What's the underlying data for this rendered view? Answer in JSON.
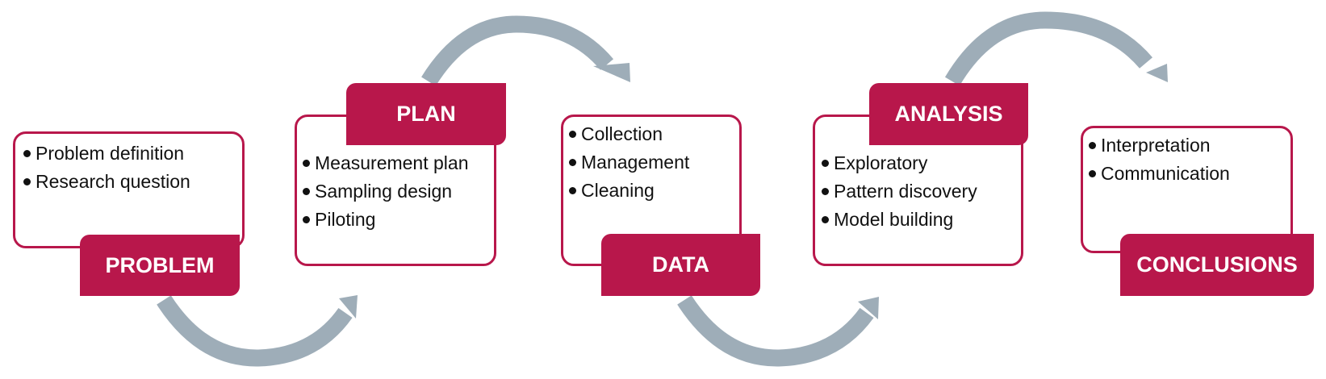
{
  "diagram": {
    "arrow_color": "#9eadb8",
    "accent_color": "#b8174b",
    "stages": [
      {
        "id": "problem",
        "label": "PROBLEM",
        "items": [
          "Problem definition",
          "Research question"
        ]
      },
      {
        "id": "plan",
        "label": "PLAN",
        "items": [
          "Measurement plan",
          "Sampling design",
          "Piloting"
        ]
      },
      {
        "id": "data",
        "label": "DATA",
        "items": [
          "Collection",
          "Management",
          "Cleaning"
        ]
      },
      {
        "id": "analysis",
        "label": "ANALYSIS",
        "items": [
          "Exploratory",
          "Pattern discovery",
          "Model building"
        ]
      },
      {
        "id": "conclusions",
        "label": "CONCLUSIONS",
        "items": [
          "Interpretation",
          "Communication"
        ]
      }
    ],
    "connections": [
      {
        "from": "problem",
        "to": "plan"
      },
      {
        "from": "plan",
        "to": "data"
      },
      {
        "from": "data",
        "to": "analysis"
      },
      {
        "from": "analysis",
        "to": "conclusions"
      }
    ]
  }
}
